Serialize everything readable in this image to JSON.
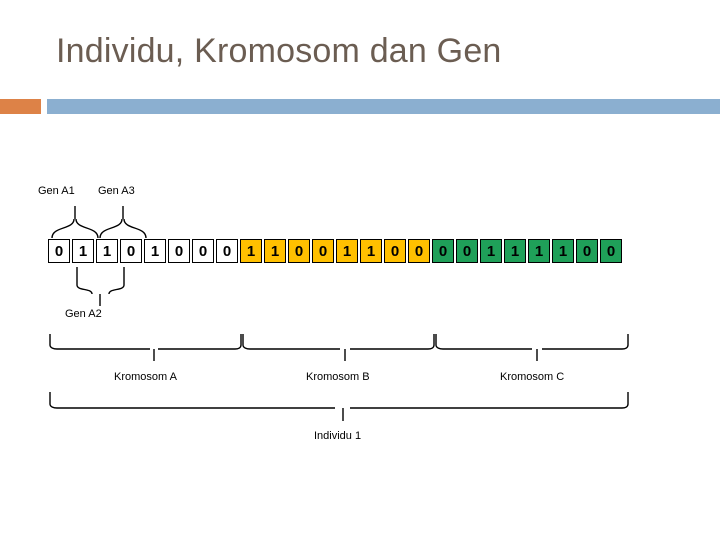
{
  "slide": {
    "title": "Individu, Kromosom dan Gen",
    "title_color": "#6b5d52",
    "accent_orange": "#dd8247",
    "accent_blue": "#8bafd0",
    "background": "#ffffff"
  },
  "diagram": {
    "type": "genetic-algorithm-encoding",
    "bit_string": {
      "total_cells": 24,
      "segments": [
        {
          "name": "Kromosom A",
          "color": "#ffffff",
          "class": "seg-a",
          "bits": [
            "0",
            "1",
            "1",
            "0",
            "1",
            "0",
            "0",
            "0"
          ]
        },
        {
          "name": "Kromosom B",
          "color": "#ffc000",
          "class": "seg-b",
          "bits": [
            "1",
            "1",
            "0",
            "0",
            "1",
            "1",
            "0",
            "0"
          ]
        },
        {
          "name": "Kromosom C",
          "color": "#1fa059",
          "class": "seg-c",
          "bits": [
            "0",
            "0",
            "1",
            "1",
            "1",
            "1",
            "0",
            "0"
          ]
        }
      ],
      "flat_bits": "011010001100110000111100"
    },
    "gene_labels": {
      "gen_a1": "Gen A1",
      "gen_a3": "Gen A3",
      "gen_a2": "Gen A2"
    },
    "chromosome_labels": {
      "kromosom_a": "Kromosom A",
      "kromosom_b": "Kromosom B",
      "kromosom_c": "Kromosom C"
    },
    "individual_label": "Individu 1"
  }
}
